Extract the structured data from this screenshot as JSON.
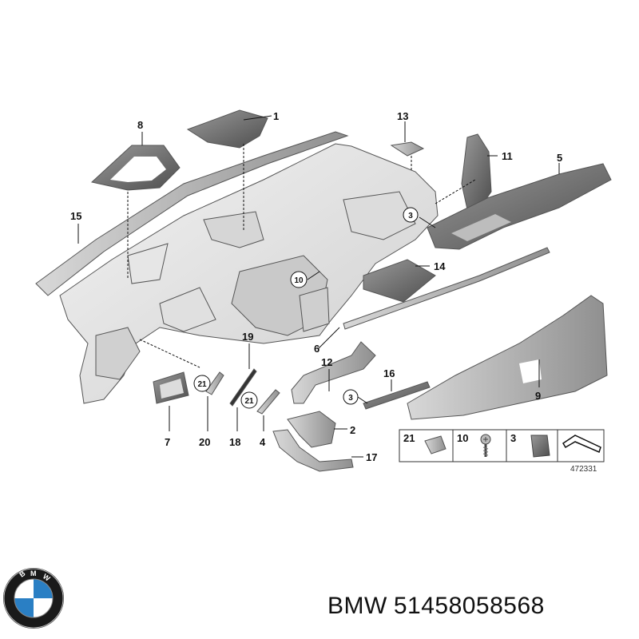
{
  "diagram_number": "472331",
  "callouts": [
    "1",
    "2",
    "3",
    "4",
    "5",
    "6",
    "7",
    "8",
    "9",
    "10",
    "11",
    "12",
    "13",
    "14",
    "15",
    "16",
    "17",
    "18",
    "19",
    "20",
    "21"
  ],
  "legend": [
    {
      "label": "21"
    },
    {
      "label": "10"
    },
    {
      "label": "3"
    }
  ],
  "footer": {
    "brand": "BMW",
    "part_number": "51458058568"
  },
  "logo": {
    "text": "BMW",
    "colors": {
      "blue": "#2a7fc4",
      "white": "#ffffff",
      "ring": "#1a1a1a"
    }
  }
}
